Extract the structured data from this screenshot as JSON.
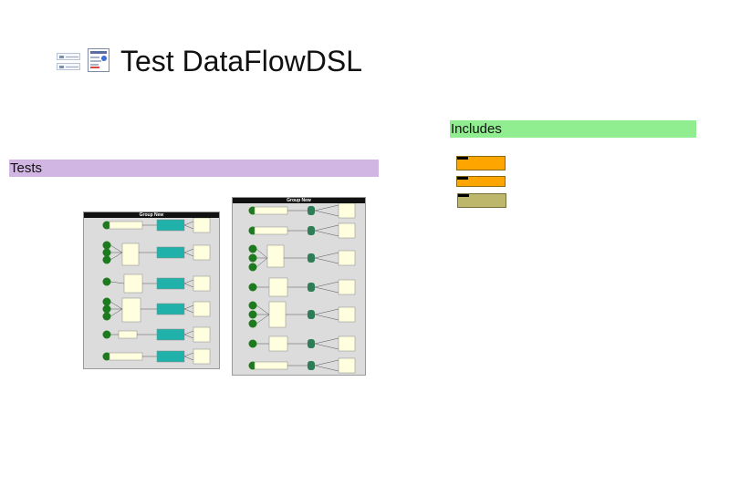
{
  "header": {
    "title": "Test DataFlowDSL",
    "icons": [
      "mini-diagram-icon",
      "mini-diagram-icon",
      "document-icon"
    ]
  },
  "sections": {
    "tests": {
      "label": "Tests",
      "color": "#d1b5e2"
    },
    "includes": {
      "label": "Includes",
      "color": "#90ee90"
    }
  },
  "panels": [
    {
      "title": "Group New"
    },
    {
      "title": "Group New"
    }
  ],
  "includes": {
    "items": [
      {
        "color": "#ffa500",
        "label": "",
        "note": ""
      },
      {
        "color": "#ffa500",
        "label": "",
        "note": ""
      },
      {
        "color": "#bdb76b",
        "label": "",
        "note": ""
      }
    ]
  },
  "colors": {
    "node_green": "#1e7a1e",
    "process_teal": "#20b2aa",
    "note_yellow": "#ffffe0",
    "junction_green": "#2e7d57"
  }
}
